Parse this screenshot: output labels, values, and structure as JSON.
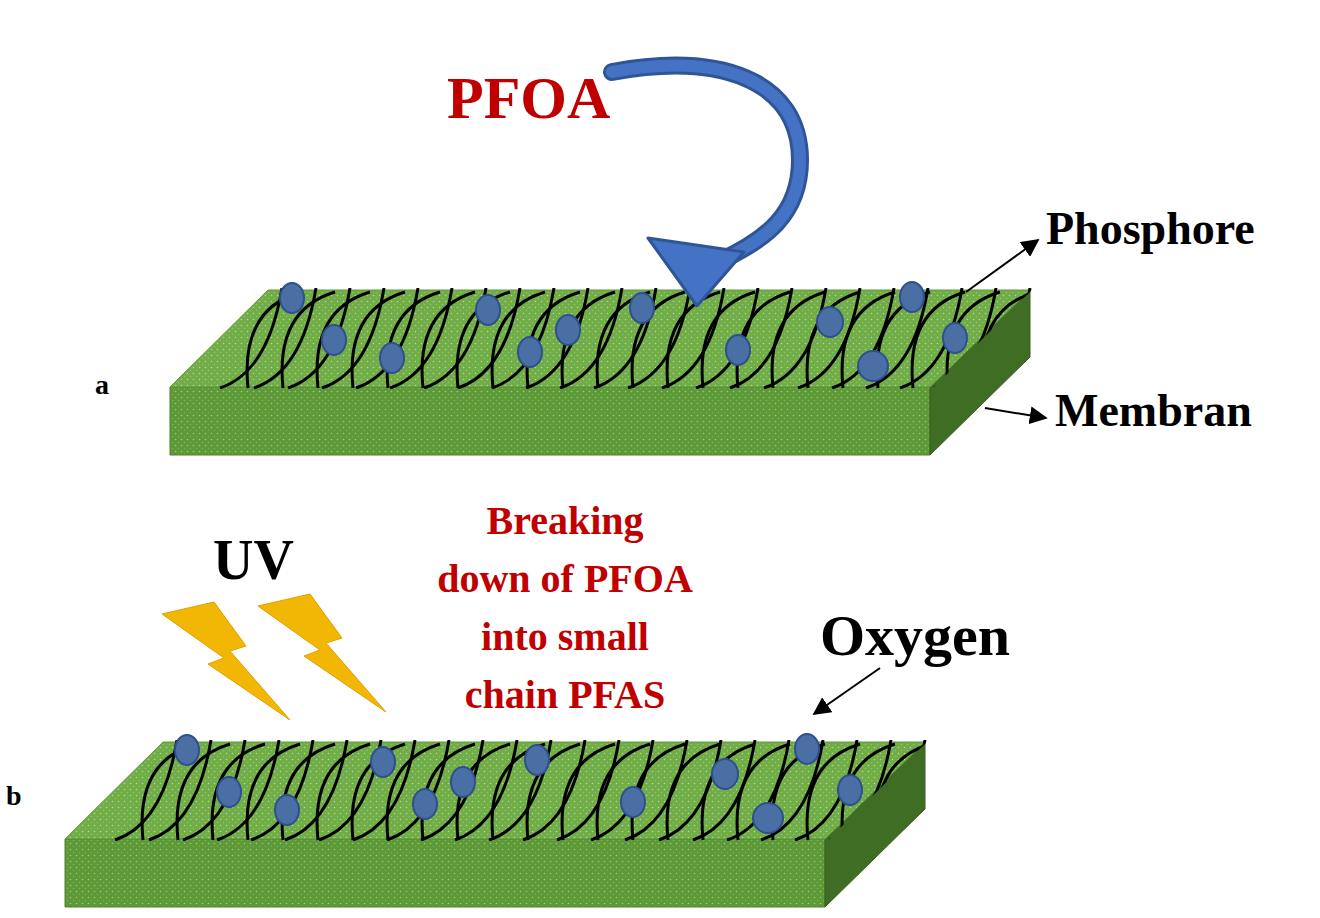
{
  "diagram": {
    "labels": [
      "PFOA",
      "Phosphore",
      "Membran",
      "a",
      "UV",
      "Breaking down of PFOA into small chain PFAS",
      "Oxygen",
      "b"
    ]
  }
}
